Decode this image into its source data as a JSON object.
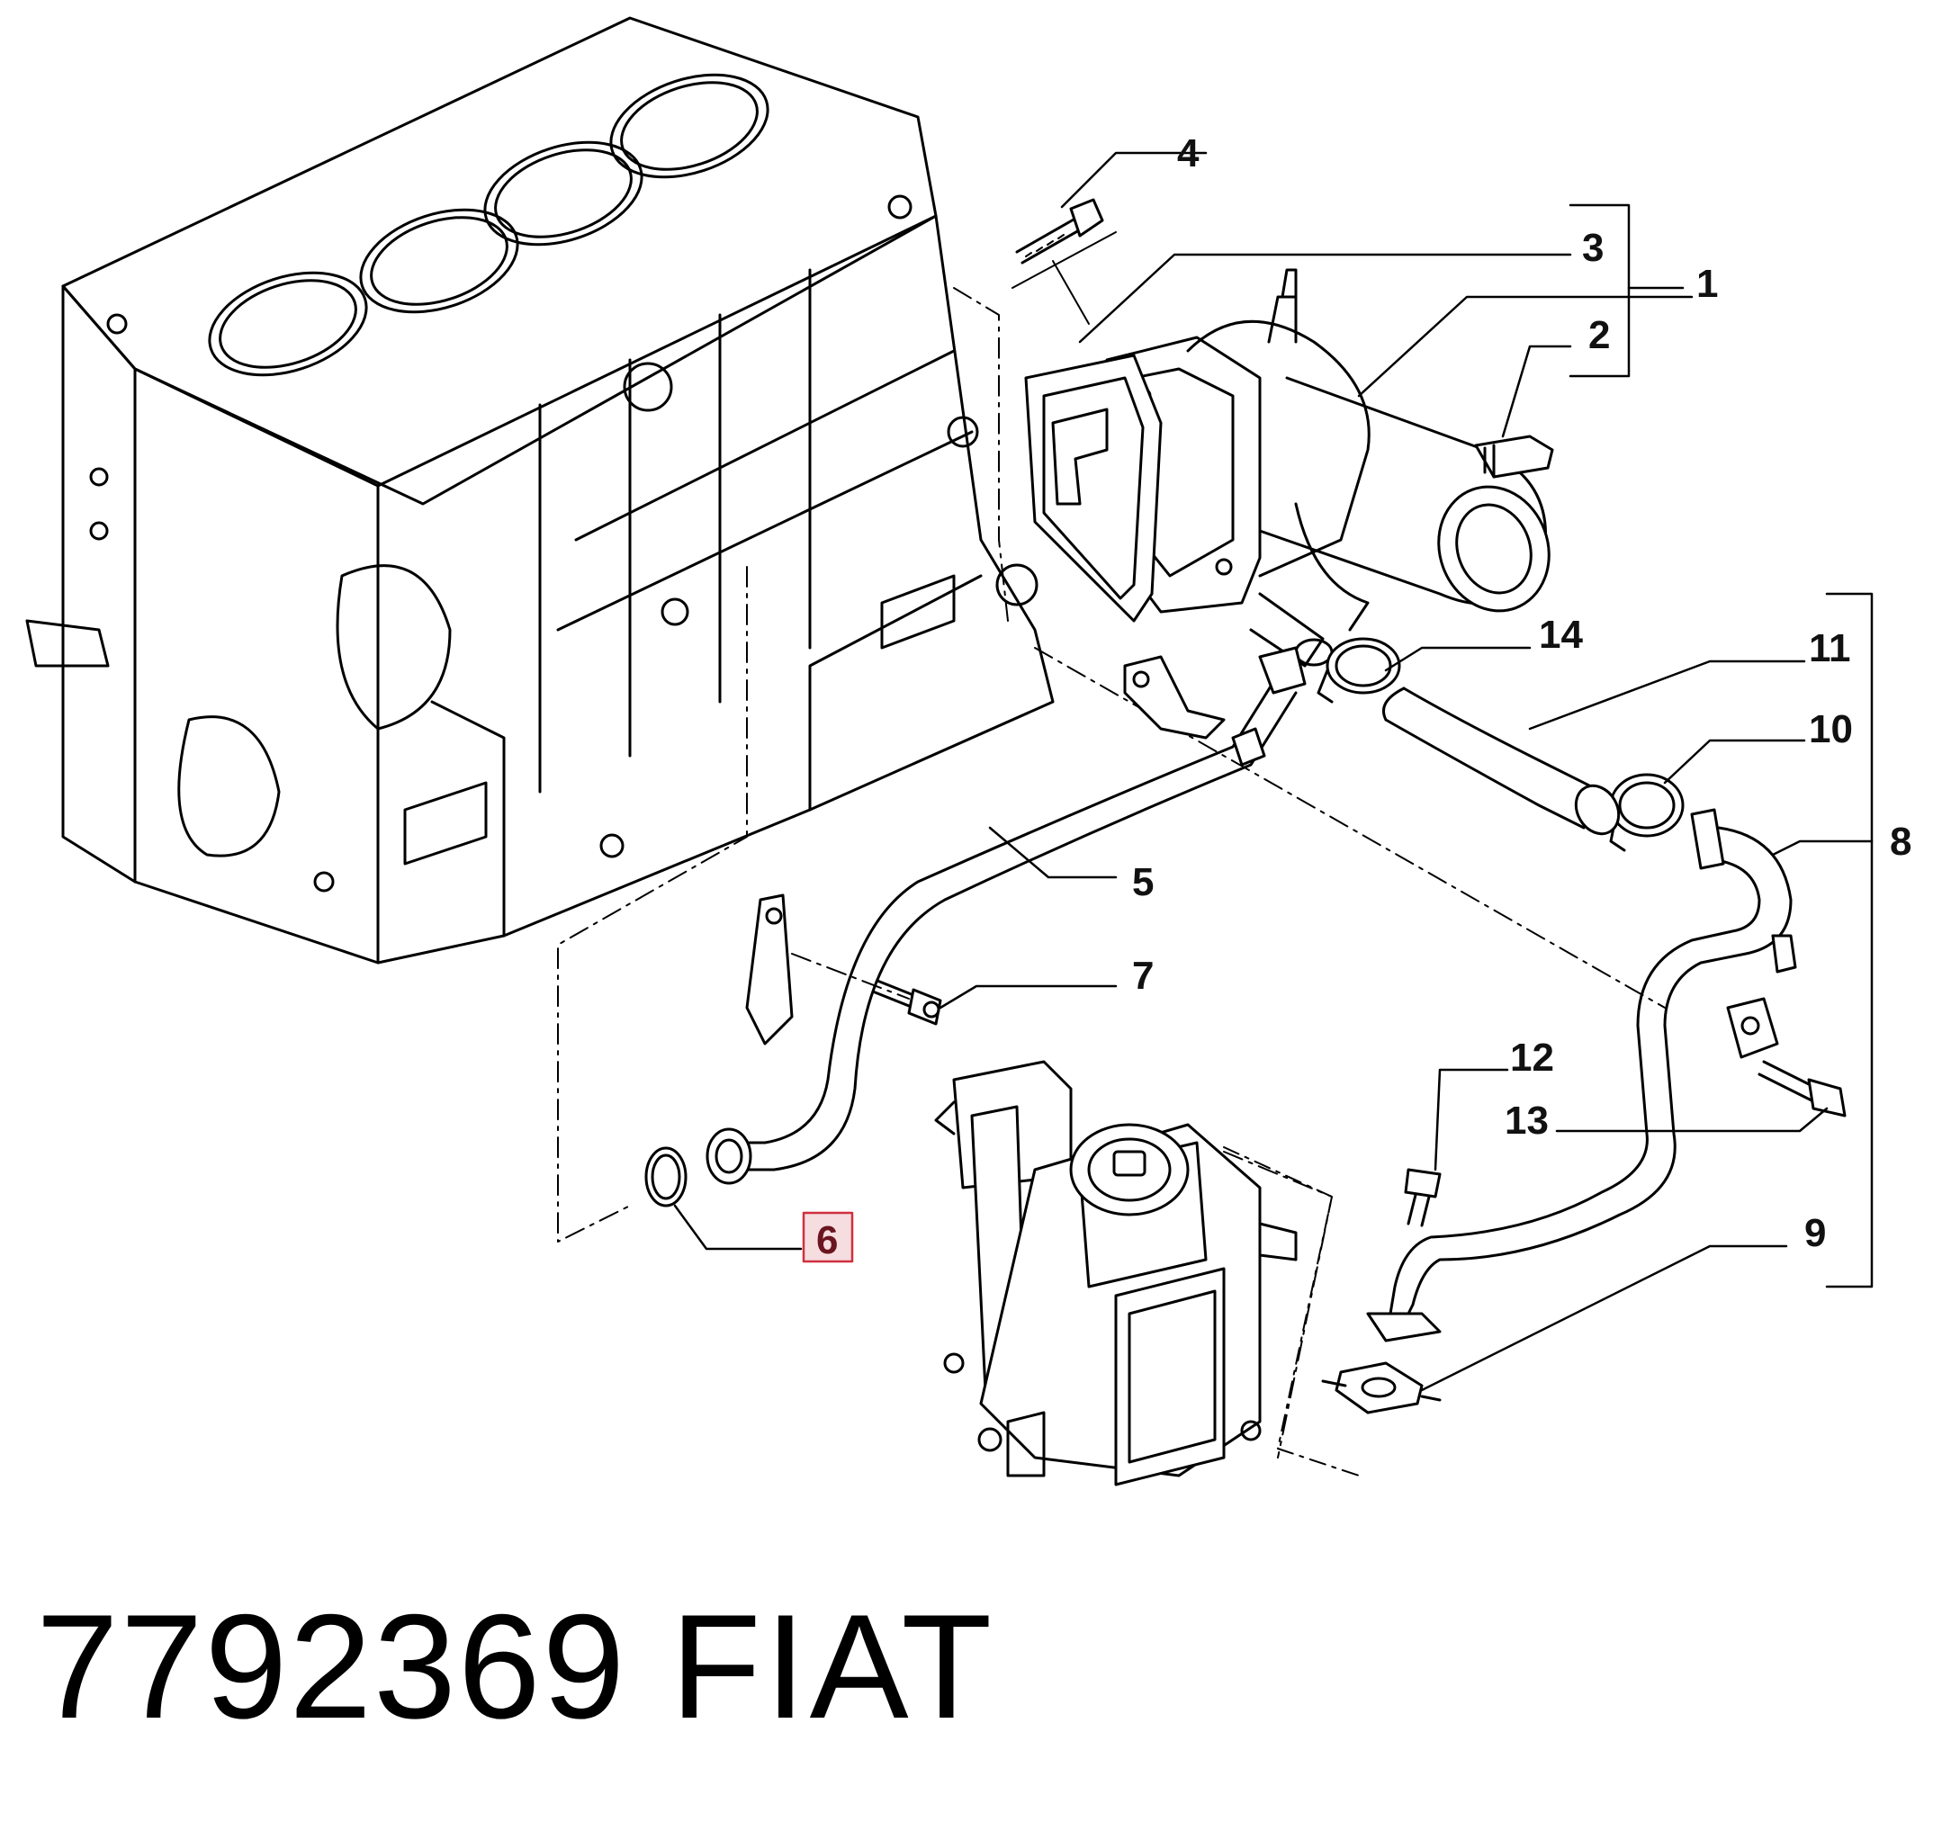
{
  "callouts": [
    {
      "id": "1",
      "text": "1"
    },
    {
      "id": "2",
      "text": "2"
    },
    {
      "id": "3",
      "text": "3"
    },
    {
      "id": "4",
      "text": "4"
    },
    {
      "id": "5",
      "text": "5"
    },
    {
      "id": "6",
      "text": "6",
      "highlighted": true
    },
    {
      "id": "7",
      "text": "7"
    },
    {
      "id": "8",
      "text": "8"
    },
    {
      "id": "9",
      "text": "9"
    },
    {
      "id": "10",
      "text": "10"
    },
    {
      "id": "11",
      "text": "11"
    },
    {
      "id": "12",
      "text": "12"
    },
    {
      "id": "13",
      "text": "13"
    },
    {
      "id": "14",
      "text": "14"
    }
  ],
  "footer": {
    "part_number": "7792369",
    "brand": "FIAT"
  },
  "colors": {
    "line": "#000000",
    "highlight_fill": "#f6dde0",
    "highlight_stroke": "#d0303f",
    "highlight_text": "#6a1520"
  }
}
